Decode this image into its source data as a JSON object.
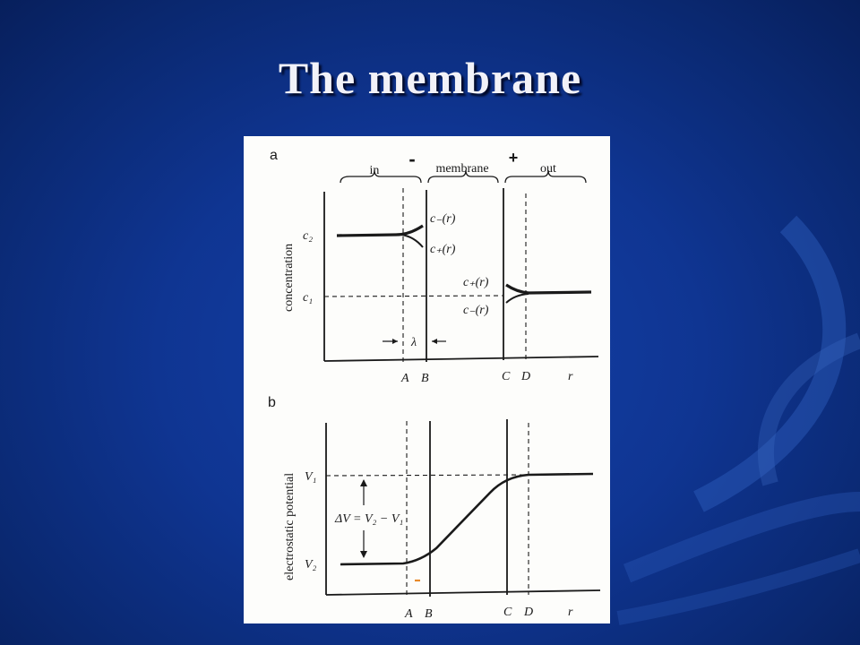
{
  "slide": {
    "title": "The membrane"
  },
  "panel_a": {
    "panel_label": "a",
    "region_in": "in",
    "region_membrane": "membrane",
    "region_out": "out",
    "sign_minus": "-",
    "sign_plus": "+",
    "ylabel": "concentration",
    "c2": "c₂",
    "c1": "c₁",
    "curve_left_minus": "c₋(r)",
    "curve_left_plus": "c₊(r)",
    "curve_right_plus": "c₊(r)",
    "curve_right_minus": "c₋(r)",
    "lambda": "λ",
    "x_A": "A",
    "x_B": "B",
    "x_C": "C",
    "x_D": "D",
    "x_r": "r"
  },
  "panel_b": {
    "panel_label": "b",
    "ylabel": "electrostatic potential",
    "V1": "V₁",
    "V2": "V₂",
    "delta_v": "ΔV = V₂ − V₁",
    "x_A": "A",
    "x_B": "B",
    "x_C": "C",
    "x_D": "D",
    "x_r": "r"
  },
  "colors": {
    "background": "#0f3592",
    "figure_bg": "#fdfdfb",
    "ink": "#1a1a1a",
    "swoosh": "#3a68c0",
    "mark": "#e88a2a"
  }
}
